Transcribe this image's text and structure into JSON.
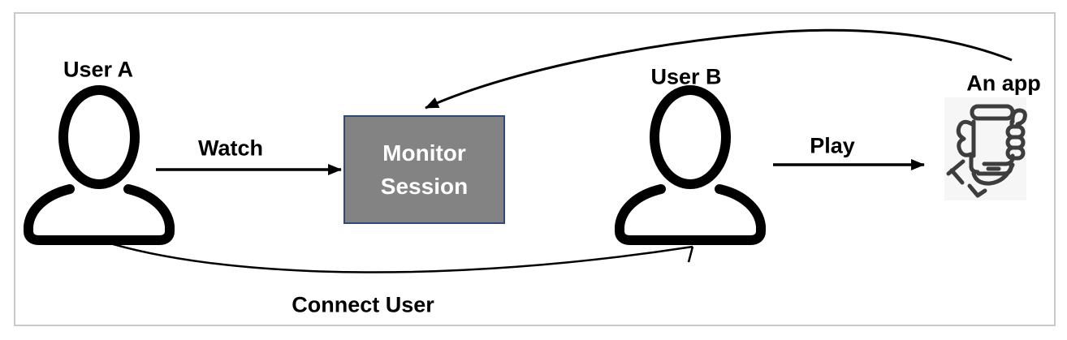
{
  "nodes": {
    "user_a": {
      "label": "User A"
    },
    "user_b": {
      "label": "User B"
    },
    "monitor_session": {
      "label": "Monitor Session"
    },
    "app": {
      "label": "An app"
    }
  },
  "edges": {
    "watch": {
      "label": "Watch",
      "from": "user_a",
      "to": "monitor_session",
      "style": "straight-arrow"
    },
    "play": {
      "label": "Play",
      "from": "user_b",
      "to": "app",
      "style": "straight-arrow"
    },
    "app_to_monitor": {
      "label": "",
      "from": "app",
      "to": "monitor_session",
      "style": "curved-arrow"
    },
    "connect_user": {
      "label": "Connect User",
      "from": "user_a",
      "to": "user_b",
      "style": "curved-arrow"
    }
  },
  "icons": {
    "user_a": "person-icon",
    "user_b": "person-icon",
    "app": "hand-holding-phone-icon"
  },
  "colors": {
    "monitor_box_fill": "#838383",
    "monitor_box_border": "#2e4a7a",
    "monitor_text": "#ffffff",
    "arrow_color": "#000000",
    "icon_black": "#000000",
    "app_icon_color": "#3d3d3d",
    "app_icon_bg": "#f6f6f6",
    "frame_border": "#c9c9c9",
    "label_text": "#000000"
  }
}
